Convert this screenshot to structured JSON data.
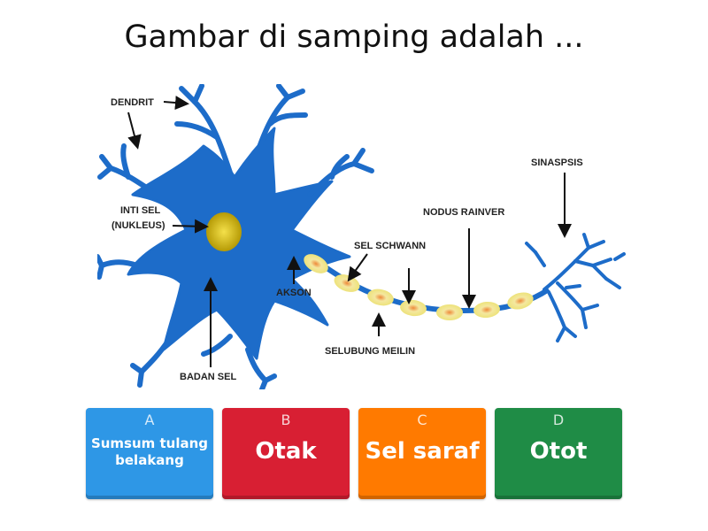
{
  "question": "Gambar di samping adalah ...",
  "diagram": {
    "labels": {
      "dendrit": "DENDRIT",
      "inti_sel_1": "INTI SEL",
      "inti_sel_2": "(NUKLEUS)",
      "badan_sel": "BADAN SEL",
      "akson": "AKSON",
      "sel_schwann": "SEL SCHWANN",
      "selubung_meilin": "SELUBUNG MEILIN",
      "nodus_rainver": "NODUS RAINVER",
      "sinaspsis": "SINASPSIS"
    }
  },
  "answers": [
    {
      "letter": "A",
      "label": "Sumsum tulang belakang",
      "color": "#2e97e6"
    },
    {
      "letter": "B",
      "label": "Otak",
      "color": "#d81f33"
    },
    {
      "letter": "C",
      "label": "Sel saraf",
      "color": "#ff7a00"
    },
    {
      "letter": "D",
      "label": "Otot",
      "color": "#1f8c46"
    }
  ],
  "colors": {
    "neuron": "#1d6cc9",
    "nucleus": "#e8c80c",
    "schwann": "#f3ea9c"
  }
}
